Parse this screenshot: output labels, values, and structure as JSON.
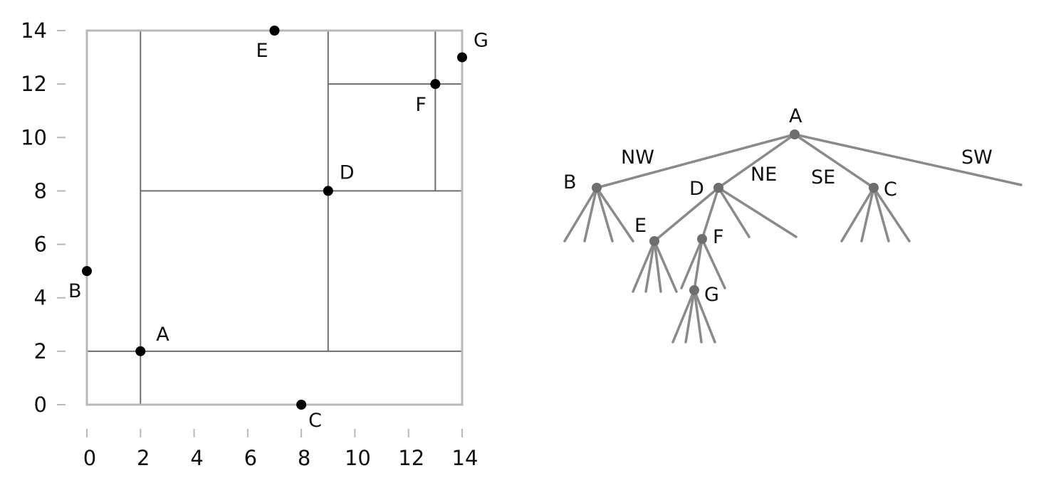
{
  "colors": {
    "frame": "#b8b8b8",
    "split_line": "#6e6e6e",
    "point": "#000000",
    "tree_edge": "#8a8a8a",
    "tree_node": "#6e6e6e",
    "text": "#111111"
  },
  "chart_data": {
    "type": "scatter",
    "xlabel": "",
    "ylabel": "",
    "xlim": [
      0,
      14
    ],
    "ylim": [
      0,
      14
    ],
    "x_ticks": [
      "0",
      "2",
      "4",
      "6",
      "8",
      "10",
      "12",
      "14"
    ],
    "y_ticks": [
      "0",
      "2",
      "4",
      "6",
      "8",
      "10",
      "12",
      "14"
    ],
    "grid": false,
    "points": [
      {
        "label": "A",
        "x": 2,
        "y": 2
      },
      {
        "label": "B",
        "x": 0,
        "y": 5
      },
      {
        "label": "C",
        "x": 8,
        "y": 0
      },
      {
        "label": "D",
        "x": 9,
        "y": 8
      },
      {
        "label": "E",
        "x": 7,
        "y": 14
      },
      {
        "label": "F",
        "x": 13,
        "y": 12
      },
      {
        "label": "G",
        "x": 14,
        "y": 13
      }
    ],
    "partition_lines": [
      {
        "orientation": "vertical",
        "at": 2,
        "from": 0,
        "to": 14
      },
      {
        "orientation": "horizontal",
        "at": 2,
        "from": 0,
        "to": 14
      },
      {
        "orientation": "horizontal",
        "at": 8,
        "from": 2,
        "to": 14
      },
      {
        "orientation": "vertical",
        "at": 9,
        "from": 2,
        "to": 14
      },
      {
        "orientation": "horizontal",
        "at": 12,
        "from": 9,
        "to": 14
      },
      {
        "orientation": "vertical",
        "at": 13,
        "from": 8,
        "to": 14
      }
    ]
  },
  "tree": {
    "nodes": [
      {
        "id": "A",
        "label": "A"
      },
      {
        "id": "B",
        "label": "B"
      },
      {
        "id": "D",
        "label": "D"
      },
      {
        "id": "C",
        "label": "C"
      },
      {
        "id": "E",
        "label": "E"
      },
      {
        "id": "F",
        "label": "F"
      },
      {
        "id": "G",
        "label": "G"
      }
    ],
    "edges": [
      {
        "from": "A",
        "to": "B",
        "label": "NW"
      },
      {
        "from": "A",
        "to": "D",
        "label": "NE"
      },
      {
        "from": "A",
        "to": "C",
        "label": "SE"
      },
      {
        "from": "A",
        "to": null,
        "label": "SW"
      },
      {
        "from": "D",
        "to": "E",
        "label": ""
      },
      {
        "from": "D",
        "to": "F",
        "label": ""
      },
      {
        "from": "F",
        "to": "G",
        "label": ""
      }
    ]
  }
}
